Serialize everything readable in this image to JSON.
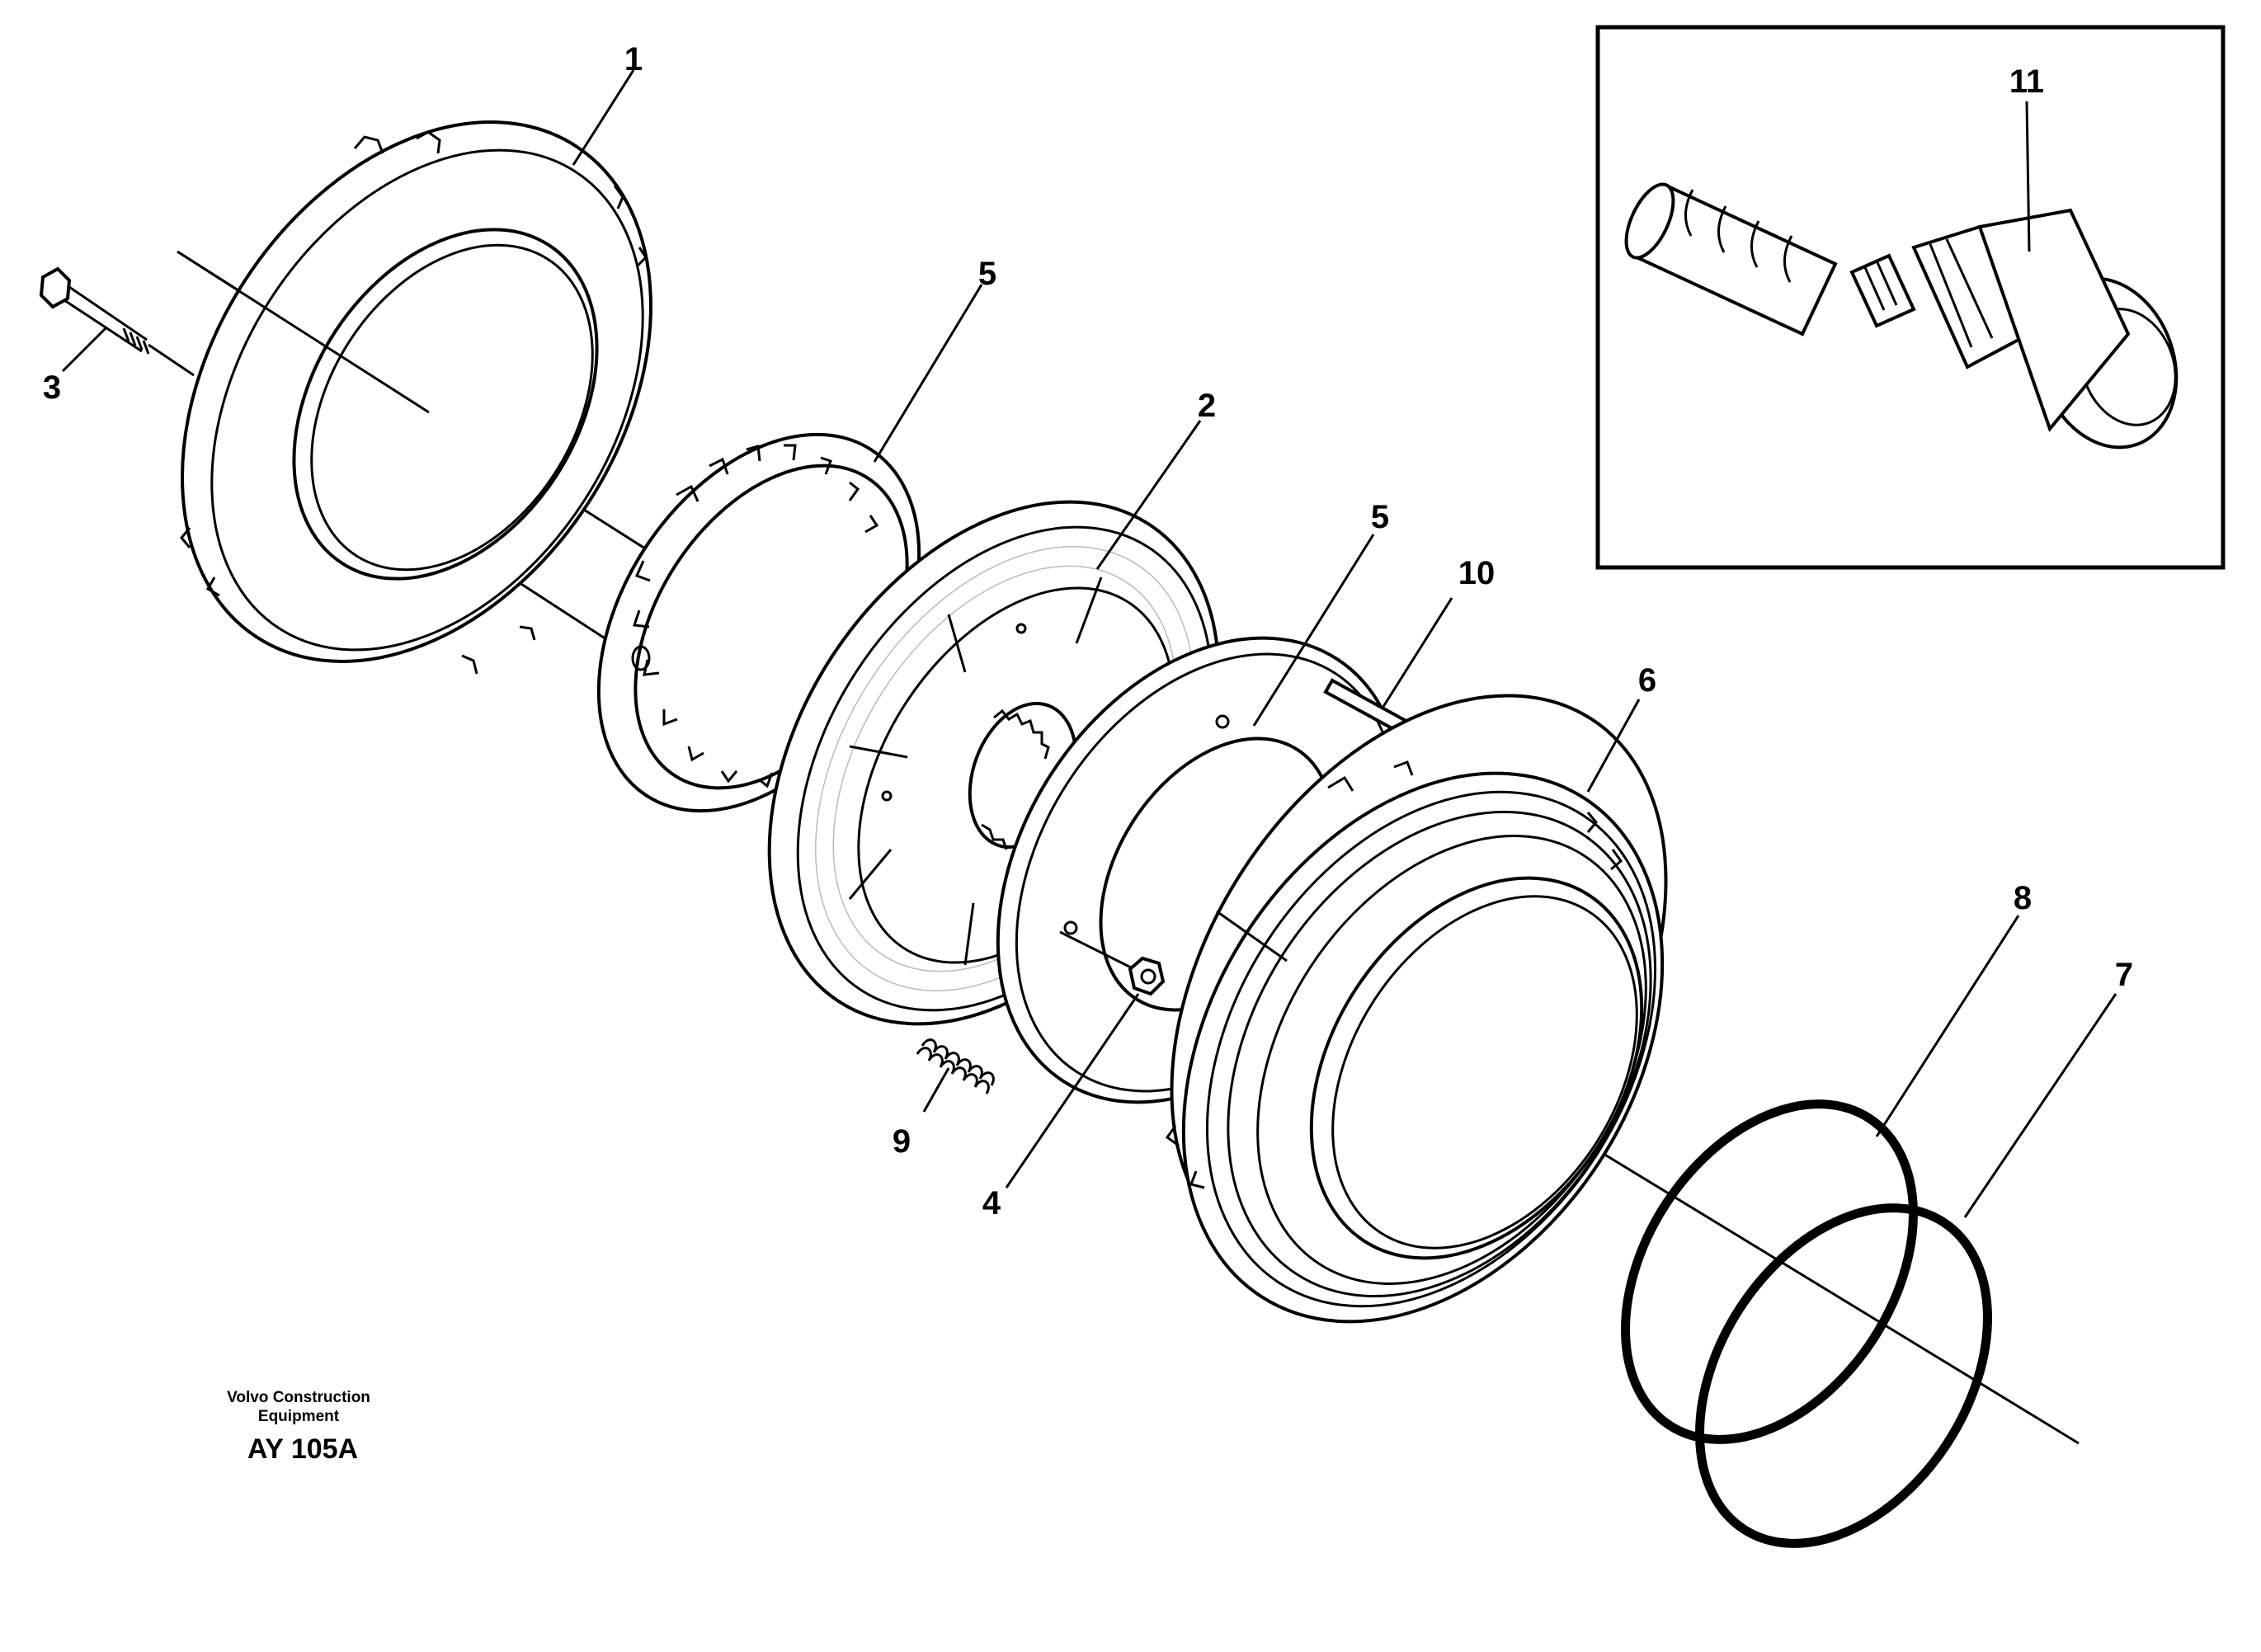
{
  "callouts": {
    "c1": "1",
    "c2": "2",
    "c3": "3",
    "c4": "4",
    "c5a": "5",
    "c5b": "5",
    "c6": "6",
    "c7": "7",
    "c8": "8",
    "c9": "9",
    "c10": "10",
    "c11": "11"
  },
  "footer": {
    "company_line1": "Volvo Construction",
    "company_line2": "Equipment",
    "drawing_code": "AY 105A"
  }
}
